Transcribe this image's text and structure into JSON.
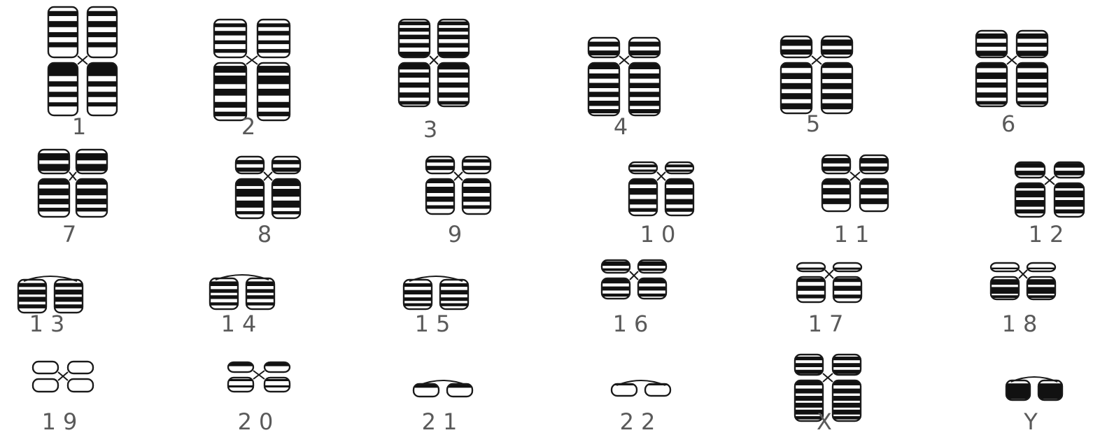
{
  "colors": {
    "background": "#ffffff",
    "band": "#111111",
    "outline": "#1a1a1a",
    "label": "#5a5a5a"
  },
  "karyotype": {
    "chromosomes": [
      {
        "label": "1",
        "type": "metacentric",
        "p_bands": [
          0.08,
          0.1,
          0.28,
          0.12,
          0.5,
          0.1,
          0.7,
          0.1
        ],
        "q_bands": [
          0.0,
          0.25,
          0.35,
          0.1,
          0.55,
          0.1,
          0.75,
          0.08
        ]
      },
      {
        "label": "2",
        "type": "submetacentric",
        "p_bands": [
          0.1,
          0.1,
          0.3,
          0.12,
          0.55,
          0.1,
          0.78,
          0.1
        ],
        "q_bands": [
          0.05,
          0.12,
          0.22,
          0.15,
          0.45,
          0.12,
          0.68,
          0.1,
          0.85,
          0.08
        ]
      },
      {
        "label": "3",
        "type": "metacentric",
        "p_bands": [
          0.05,
          0.1,
          0.22,
          0.1,
          0.4,
          0.12,
          0.62,
          0.12,
          0.85,
          0.15
        ],
        "q_bands": [
          0.0,
          0.15,
          0.22,
          0.12,
          0.45,
          0.12,
          0.68,
          0.12,
          0.88,
          0.08
        ]
      },
      {
        "label": "4",
        "type": "submetacentric",
        "p_bands": [
          0.2,
          0.25,
          0.65,
          0.25
        ],
        "q_bands": [
          0.0,
          0.12,
          0.2,
          0.1,
          0.38,
          0.1,
          0.55,
          0.1,
          0.72,
          0.1,
          0.88,
          0.08
        ]
      },
      {
        "label": "5",
        "type": "submetacentric",
        "p_bands": [
          0.15,
          0.3,
          0.62,
          0.25
        ],
        "q_bands": [
          0.0,
          0.1,
          0.2,
          0.12,
          0.4,
          0.12,
          0.6,
          0.12,
          0.8,
          0.12
        ]
      },
      {
        "label": "6",
        "type": "submetacentric",
        "p_bands": [
          0.1,
          0.2,
          0.45,
          0.15,
          0.75,
          0.2
        ],
        "q_bands": [
          0.0,
          0.12,
          0.22,
          0.15,
          0.45,
          0.12,
          0.68,
          0.12,
          0.88,
          0.08
        ]
      },
      {
        "label": "7",
        "type": "submetacentric",
        "p_bands": [
          0.15,
          0.3,
          0.6,
          0.3
        ],
        "q_bands": [
          0.0,
          0.15,
          0.25,
          0.18,
          0.52,
          0.15,
          0.76,
          0.1
        ]
      },
      {
        "label": "8",
        "type": "submetacentric",
        "p_bands": [
          0.2,
          0.25,
          0.65,
          0.25
        ],
        "q_bands": [
          0.0,
          0.18,
          0.25,
          0.2,
          0.55,
          0.18,
          0.82,
          0.08
        ]
      },
      {
        "label": "9",
        "type": "submetacentric",
        "p_bands": [
          0.15,
          0.2,
          0.55,
          0.25
        ],
        "q_bands": [
          0.0,
          0.12,
          0.22,
          0.18,
          0.5,
          0.15,
          0.75,
          0.1
        ]
      },
      {
        "label": "10",
        "type": "submetacentric",
        "p_bands": [
          0.2,
          0.25,
          0.65,
          0.2
        ],
        "q_bands": [
          0.0,
          0.15,
          0.25,
          0.18,
          0.55,
          0.15,
          0.8,
          0.1
        ]
      },
      {
        "label": "11",
        "type": "submetacentric",
        "p_bands": [
          0.15,
          0.3,
          0.62,
          0.25
        ],
        "q_bands": [
          0.0,
          0.18,
          0.28,
          0.2,
          0.6,
          0.18
        ]
      },
      {
        "label": "12",
        "type": "submetacentric",
        "p_bands": [
          0.05,
          0.3,
          0.55,
          0.3
        ],
        "q_bands": [
          0.0,
          0.15,
          0.22,
          0.2,
          0.5,
          0.2,
          0.78,
          0.12
        ]
      },
      {
        "label": "13",
        "type": "acrocentric",
        "p_bands": [],
        "q_bands": [
          0.1,
          0.12,
          0.3,
          0.15,
          0.52,
          0.15,
          0.75,
          0.12
        ]
      },
      {
        "label": "14",
        "type": "acrocentric",
        "p_bands": [],
        "q_bands": [
          0.1,
          0.15,
          0.35,
          0.12,
          0.55,
          0.12,
          0.78,
          0.1
        ]
      },
      {
        "label": "15",
        "type": "acrocentric",
        "p_bands": [],
        "q_bands": [
          0.12,
          0.12,
          0.35,
          0.15,
          0.6,
          0.12,
          0.8,
          0.1
        ]
      },
      {
        "label": "16",
        "type": "metacentric",
        "p_bands": [
          0.1,
          0.35,
          0.65,
          0.2
        ],
        "q_bands": [
          0.0,
          0.25,
          0.4,
          0.2,
          0.75,
          0.15
        ]
      },
      {
        "label": "17",
        "type": "submetacentric",
        "p_bands": [
          0.55,
          0.25
        ],
        "q_bands": [
          0.05,
          0.15,
          0.35,
          0.2,
          0.7,
          0.15
        ]
      },
      {
        "label": "18",
        "type": "submetacentric",
        "p_bands": [
          0.55,
          0.2
        ],
        "q_bands": [
          0.1,
          0.25,
          0.45,
          0.3,
          0.82,
          0.12
        ]
      },
      {
        "label": "19",
        "type": "metacentric",
        "p_bands": [],
        "q_bands": []
      },
      {
        "label": "20",
        "type": "metacentric",
        "p_bands": [
          0.05,
          0.35
        ],
        "q_bands": [
          0.1,
          0.15,
          0.55,
          0.15
        ]
      },
      {
        "label": "21",
        "type": "acrocentric",
        "p_bands": [],
        "q_bands": [
          0.0,
          0.3
        ]
      },
      {
        "label": "22",
        "type": "acrocentric",
        "p_bands": [],
        "q_bands": [
          0.0,
          0.12
        ]
      },
      {
        "label": "X",
        "type": "submetacentric",
        "p_bands": [
          0.1,
          0.18,
          0.42,
          0.2,
          0.75,
          0.2
        ],
        "q_bands": [
          0.0,
          0.12,
          0.2,
          0.12,
          0.38,
          0.12,
          0.55,
          0.12,
          0.72,
          0.12,
          0.88,
          0.08
        ]
      },
      {
        "label": "Y",
        "type": "acrocentric",
        "p_bands": [],
        "q_bands": [
          0.15,
          0.8
        ]
      }
    ]
  }
}
